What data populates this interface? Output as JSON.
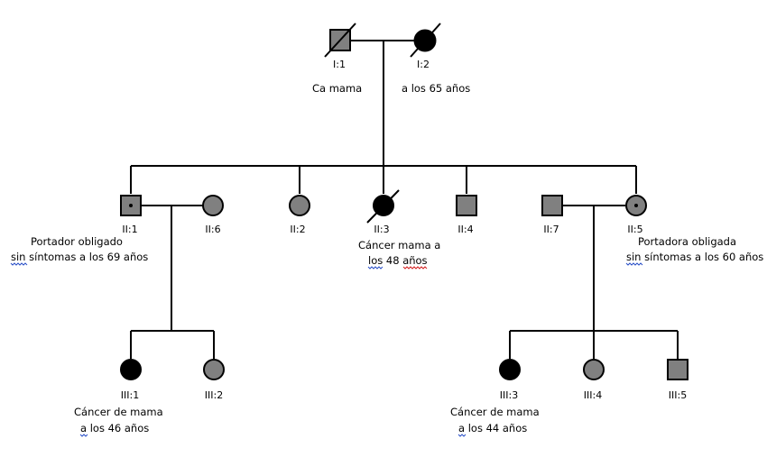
{
  "pedigree": {
    "individuals": [
      {
        "id": "I:1",
        "sex": "male",
        "status": "affected-gray",
        "deceased": true,
        "carrier": false
      },
      {
        "id": "I:2",
        "sex": "female",
        "status": "affected-black",
        "deceased": true,
        "carrier": false
      },
      {
        "id": "II:1",
        "sex": "male",
        "status": "affected-gray",
        "deceased": false,
        "carrier": true
      },
      {
        "id": "II:6",
        "sex": "female",
        "status": "affected-gray",
        "deceased": false,
        "carrier": false
      },
      {
        "id": "II:2",
        "sex": "female",
        "status": "affected-gray",
        "deceased": false,
        "carrier": false
      },
      {
        "id": "II:3",
        "sex": "female",
        "status": "affected-black",
        "deceased": true,
        "carrier": false
      },
      {
        "id": "II:4",
        "sex": "male",
        "status": "affected-gray",
        "deceased": false,
        "carrier": false
      },
      {
        "id": "II:7",
        "sex": "male",
        "status": "affected-gray",
        "deceased": false,
        "carrier": false
      },
      {
        "id": "II:5",
        "sex": "female",
        "status": "affected-gray",
        "deceased": false,
        "carrier": true
      },
      {
        "id": "III:1",
        "sex": "female",
        "status": "affected-black",
        "deceased": false,
        "carrier": false
      },
      {
        "id": "III:2",
        "sex": "female",
        "status": "affected-gray",
        "deceased": false,
        "carrier": false
      },
      {
        "id": "III:3",
        "sex": "female",
        "status": "affected-black",
        "deceased": false,
        "carrier": false
      },
      {
        "id": "III:4",
        "sex": "female",
        "status": "affected-gray",
        "deceased": false,
        "carrier": false
      },
      {
        "id": "III:5",
        "sex": "male",
        "status": "affected-gray",
        "deceased": false,
        "carrier": false
      }
    ],
    "annotations": {
      "i1": "Ca mama",
      "i2": "a los 65 años",
      "ii1_line1": "Portador obligado",
      "ii1_line2_a": "sin",
      "ii1_line2_b": " síntomas a los 69 años",
      "ii3_line1": "Cáncer mama a",
      "ii3_line2_a": "los",
      "ii3_line2_b": " 48 ",
      "ii3_line2_c": "años",
      "ii5_line1": "Portadora obligada",
      "ii5_line2_a": "sin",
      "ii5_line2_b": " síntomas a los 60 años",
      "iii1_line1": "Cáncer de mama",
      "iii1_line2_a": "a",
      "iii1_line2_b": " los 46 años",
      "iii3_line1": "Cáncer de mama",
      "iii3_line2_a": "a",
      "iii3_line2_b": " los 44 años"
    },
    "colors": {
      "gray_fill": "#808080",
      "black_fill": "#000000",
      "line": "#000000",
      "spell_blue": "#2b50c8",
      "spell_red": "#d42020"
    }
  }
}
